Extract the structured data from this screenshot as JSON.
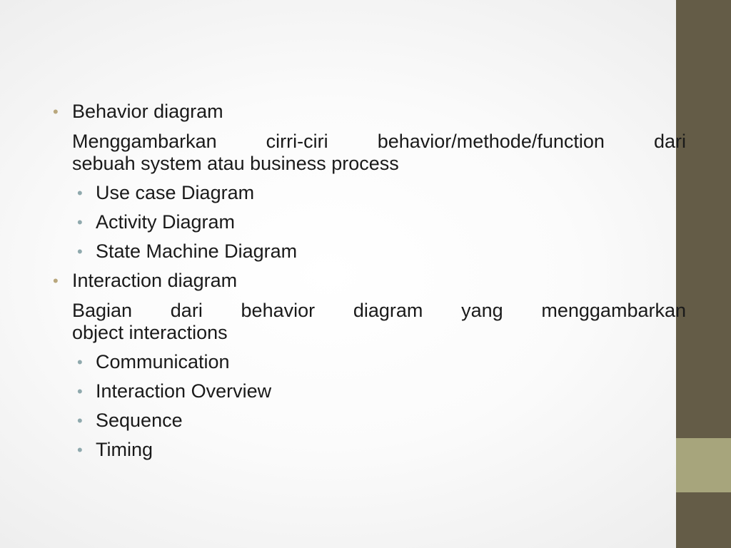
{
  "sections": [
    {
      "heading": "Behavior diagram",
      "desc_line1": "Menggambarkan cirri-ciri behavior/methode/function dari",
      "desc_line2": "sebuah system atau business process",
      "items": [
        "Use case Diagram",
        "Activity Diagram",
        "State Machine Diagram"
      ]
    },
    {
      "heading": "Interaction diagram",
      "desc_line1": "Bagian dari behavior diagram yang menggambarkan",
      "desc_line2": "object interactions",
      "items": [
        "Communication",
        "Interaction Overview",
        "Sequence",
        "Timing"
      ]
    }
  ],
  "bullet_glyph": "•",
  "colors": {
    "sidebar": "#645c47",
    "sidebar_block": "#a7a57c",
    "bullet_level1": "#b9a77d",
    "bullet_level2": "#8fa9ad"
  }
}
